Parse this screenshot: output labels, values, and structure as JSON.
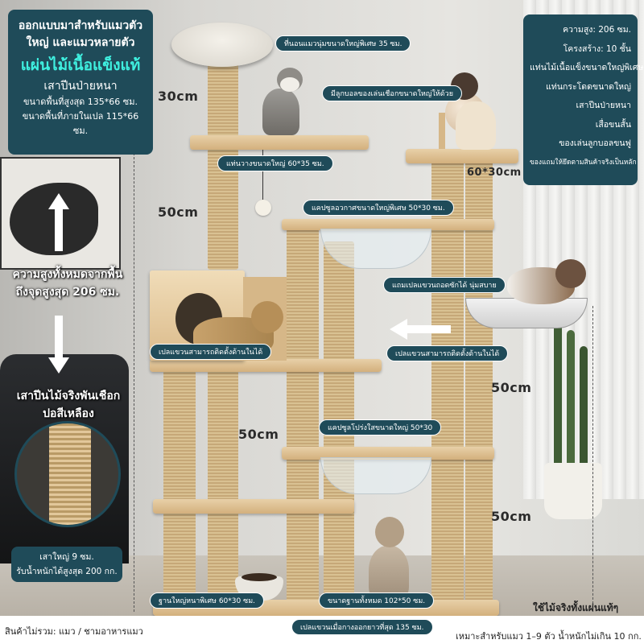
{
  "left_box": {
    "line1": "ออกแบบมาสำหรับแมวตัว",
    "line2": "ใหญ่ และแมวหลายตัว",
    "highlight": "แผ่นไม้เนื้อแข็งแท้",
    "line3": "เสาปีนป่ายหนา",
    "line4": "ขนาดพื้นที่สูงสุด 135*66 ซม.",
    "line5": "ขนาดพื้นที่ภายในเปล 115*66 ซม."
  },
  "right_box": {
    "items": [
      "ความสูง: 206 ซม.",
      "โครงสร้าง: 10 ชั้น",
      "แท่นไม้เนื้อแข็งขนาดใหญ่พิเศษ",
      "แท่นกระโดดขนาดใหญ่",
      "เสาปีนป่ายหนา",
      "เสื่อขนสั้น",
      "ของเล่นลูกบอลขนฟู",
      "ของแถมให้ยึดตามสินค้าจริงเป็นหลัก"
    ]
  },
  "dimensions": {
    "d1": "30cm",
    "d2": "50cm",
    "d3": "50cm",
    "d4": "60*30cm",
    "d5": "50cm",
    "d6": "50cm"
  },
  "labels": {
    "l1": "ที่นอนแมวนุ่มขนาดใหญ่พิเศษ 35 ซม.",
    "l2": "มีลูกบอลของเล่นเชือกขนาดใหญ่ให้ด้วย",
    "l3": "แท่นวางขนาดใหญ่ 60*35 ซม.",
    "l4": "แคปซูลอวกาศขนาดใหญ่พิเศษ 50*30 ซม.",
    "l5": "แถมเปลแขวนถอดซักได้ นุ่มสบาย",
    "l6": "เปลแขวนสามารถติดตั้งด้านในได้",
    "l7": "เปลแขวนสามารถติดตั้งด้านในได้",
    "l8": "แคปซูลโปร่งใสขนาดใหญ่ 50*30",
    "l9": "ฐานใหญ่หนาพิเศษ 60*30 ซม.",
    "l10": "ขนาดฐานทั้งหมด 102*50 ซม.",
    "l11": "เปลแขวนเมื่อกางออกยาวที่สุด 135 ซม."
  },
  "side": {
    "total_height_1": "ความสูงทั้งหมดจากพื้น",
    "total_height_2": "ถึงจุดสูงสุด 206 ซม.",
    "sisal_1": "เสาปีนไม้จริงพันเชือก",
    "sisal_2": "ปอสีเหลือง",
    "post_note_1": "เสาใหญ่ 9 ซม.",
    "post_note_2": "รับน้ำหนักได้สูงสุด 200 กก."
  },
  "real_wood": "ใช้ไม้จริงทั้งแผ่นแท้ๆ",
  "bottom": {
    "left": "สินค้าไม่รวม: แมว / ชามอาหารแมว",
    "right": "เหมาะสำหรับแมว 1–9 ตัว น้ำหนักไม่เกิน 10 กก."
  },
  "colors": {
    "panel": "#1f4b59",
    "highlight": "#3ff0e0",
    "wood": "#d3b07d",
    "sisal": "#c6a878"
  }
}
